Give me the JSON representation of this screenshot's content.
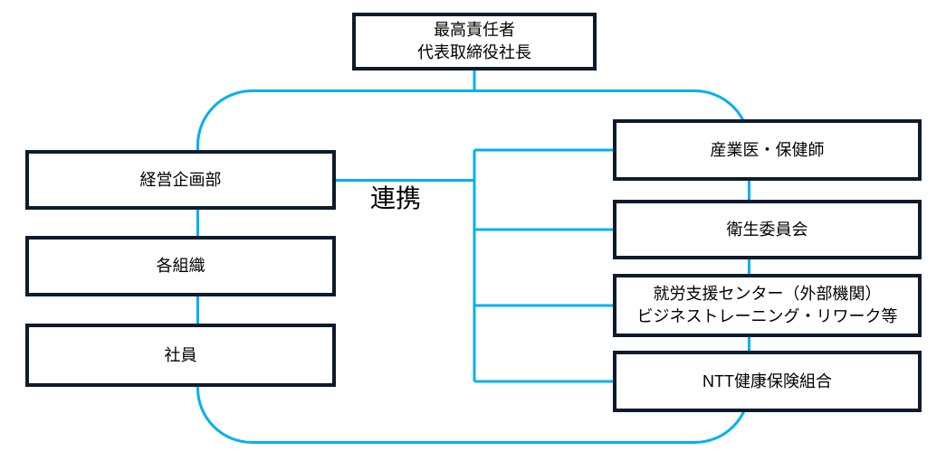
{
  "colors": {
    "connector": "#00b0f0",
    "box_border": "#0e1b2e",
    "box_fill": "#ffffff",
    "text": "#000000"
  },
  "top_box": {
    "line1": "最高責任者",
    "line2": "代表取締役社長"
  },
  "left_column": {
    "items": [
      {
        "label": "経営企画部"
      },
      {
        "label": "各組織"
      },
      {
        "label": "社員"
      }
    ]
  },
  "center_label": {
    "text": "連携"
  },
  "right_column": {
    "items": [
      {
        "label": "産業医・保健師"
      },
      {
        "label": "衛生委員会"
      },
      {
        "line1": "就労支援センター（外部機関）",
        "line2": "ビジネストレーニング・リワーク等"
      },
      {
        "label": "NTT健康保険組合"
      }
    ]
  }
}
